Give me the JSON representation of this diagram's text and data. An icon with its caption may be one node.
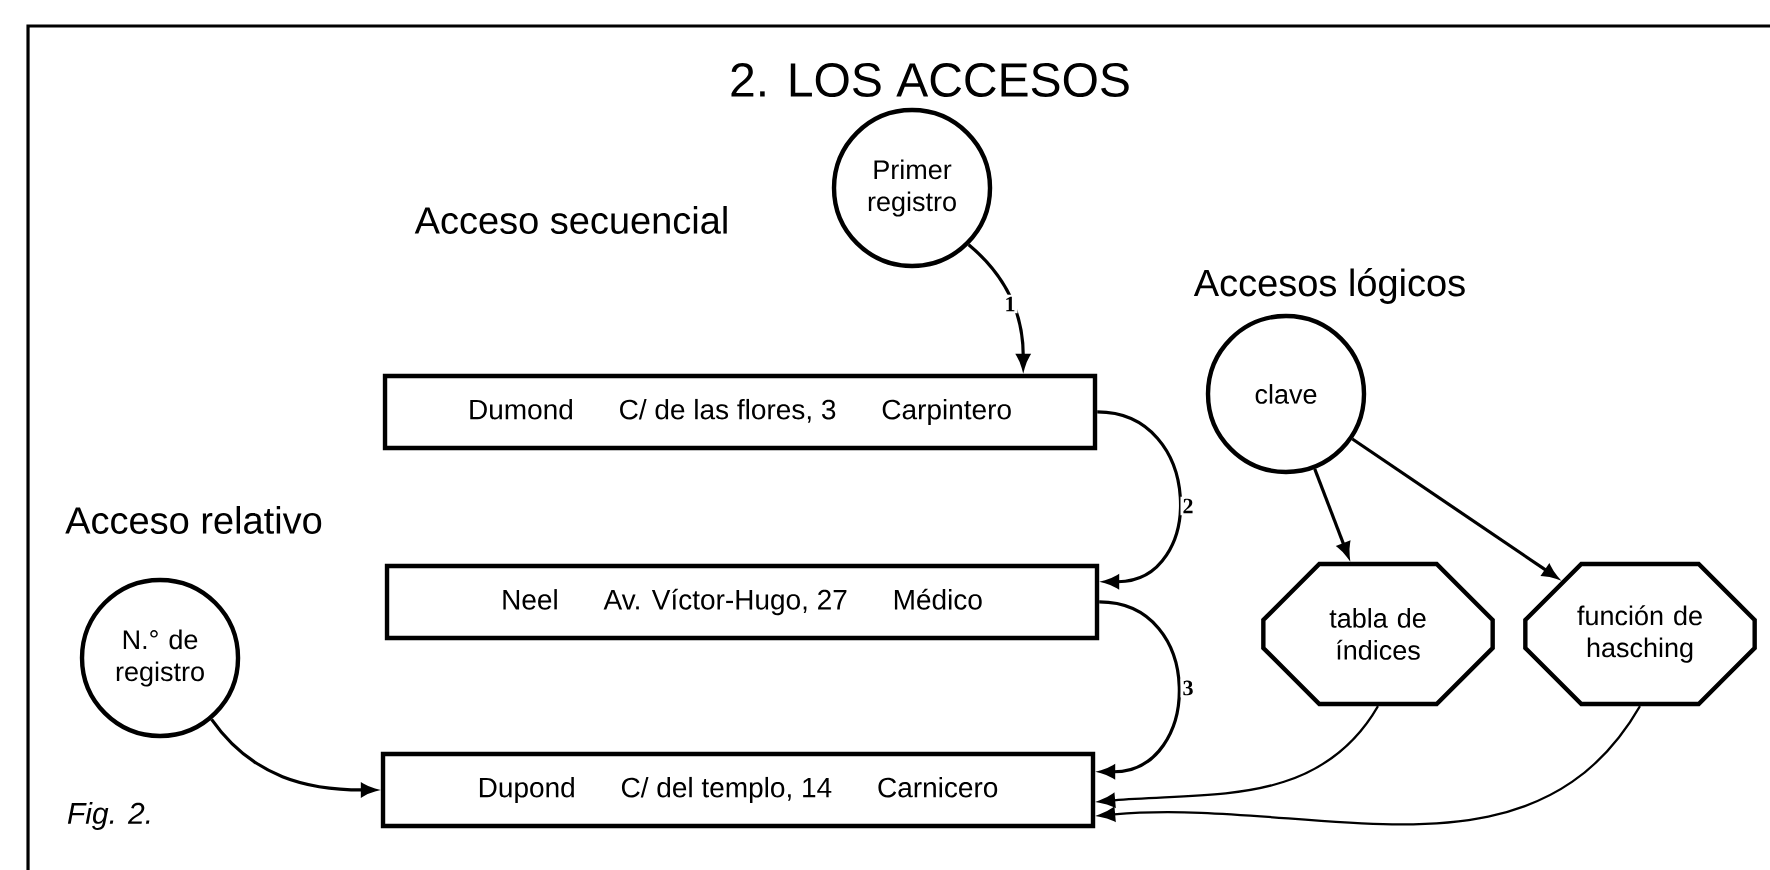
{
  "diagram": {
    "title": "2. LOS ACCESOS",
    "caption": "Fig. 2.",
    "nodes": [
      {
        "text": [
          "Primer registro"
        ]
      },
      {
        "text": [
          "Dumond",
          "C/ de las flores, 3",
          "Carpintero"
        ]
      },
      {
        "text": [
          "Neel",
          "Av. Víctor-Hugo, 27",
          "Médico"
        ]
      },
      {
        "text": [
          "Dupond",
          "C/ del templo, 14",
          "Carnicero"
        ]
      },
      {
        "text": [
          "N.° de registro"
        ]
      },
      {
        "text": [
          "clave"
        ]
      },
      {
        "text": [
          "tabla de índices"
        ]
      },
      {
        "text": [
          "función de hasching"
        ]
      }
    ],
    "edges": [
      {
        "from": 0,
        "to": 1,
        "arrow": "to",
        "label": "1"
      },
      {
        "from": 1,
        "to": 2,
        "arrow": "to",
        "label": "2"
      },
      {
        "from": 2,
        "to": 3,
        "arrow": "to",
        "label": "3"
      },
      {
        "from": 4,
        "to": 3,
        "arrow": "to"
      },
      {
        "from": 5,
        "to": 6,
        "arrow": "to"
      },
      {
        "from": 5,
        "to": 7,
        "arrow": "to"
      },
      {
        "from": 6,
        "to": 3,
        "arrow": "to"
      },
      {
        "from": 7,
        "to": 3,
        "arrow": "to"
      }
    ],
    "labels": [
      "Acceso secuencial",
      "Accesos lógicos",
      "Acceso relativo"
    ]
  }
}
